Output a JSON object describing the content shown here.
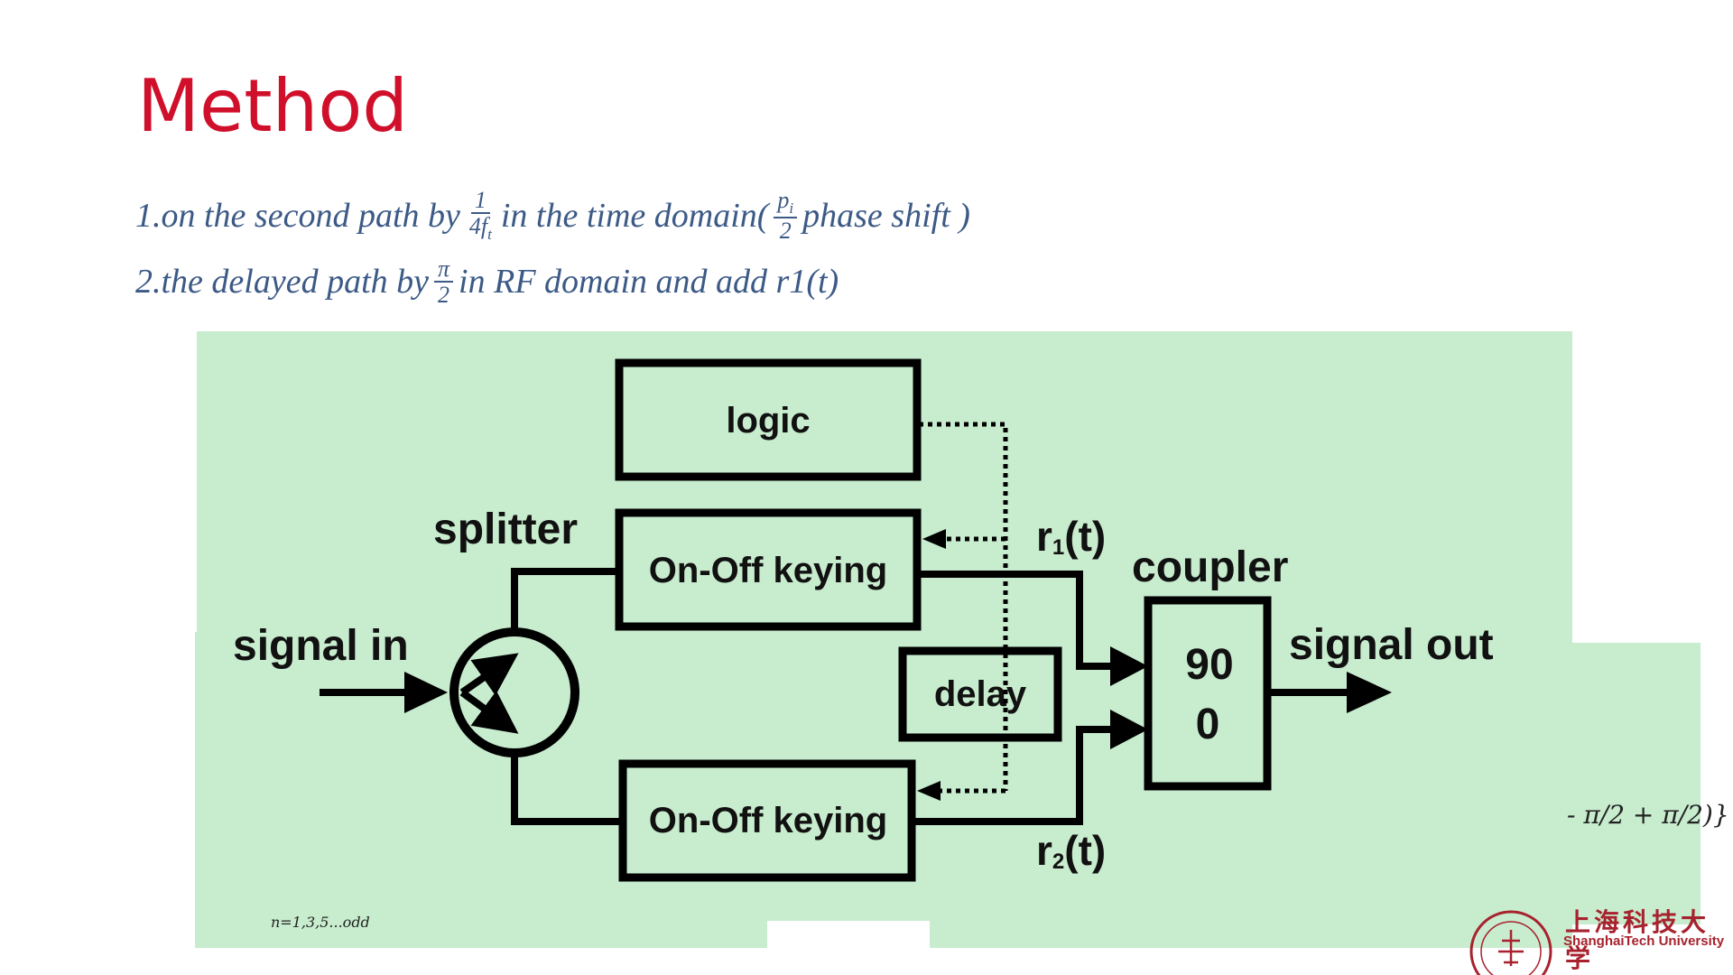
{
  "title": "Method",
  "line1": {
    "prefix": "1.on the second path by",
    "frac_num": "1",
    "frac_den": "4f",
    "frac_den_sub": "t",
    "middle": "in the time domain(",
    "frac2_num": "p",
    "frac2_num_sub": "i",
    "frac2_den": "2",
    "suffix": "phase shift )"
  },
  "line2": {
    "prefix": "2.the delayed path by",
    "frac_num": "π",
    "frac_den": "2",
    "suffix": "in RF domain and add r1(t)"
  },
  "diagram": {
    "logic": "logic",
    "splitter": "splitter",
    "signal_in": "signal in",
    "onoff_top": "On-Off keying",
    "onoff_bottom": "On-Off keying",
    "delay": "delay",
    "r1": "r",
    "r1_sub": "1",
    "r2": "r",
    "r2_sub": "2",
    "t_suffix": "(t)",
    "coupler": "coupler",
    "coupler_top": "90",
    "coupler_bottom": "0",
    "signal_out": "signal out"
  },
  "fragments": {
    "right_formula": "- π/2 + π/2)}",
    "bottom_formula": "n=1,3,5...odd"
  },
  "logo": {
    "cn": "上海科技大学",
    "en": "ShanghaiTech University"
  },
  "colors": {
    "title": "#d0102b",
    "text": "#3c5a86",
    "diagram_bg": "#c8ecce",
    "logo": "#a7222e"
  }
}
